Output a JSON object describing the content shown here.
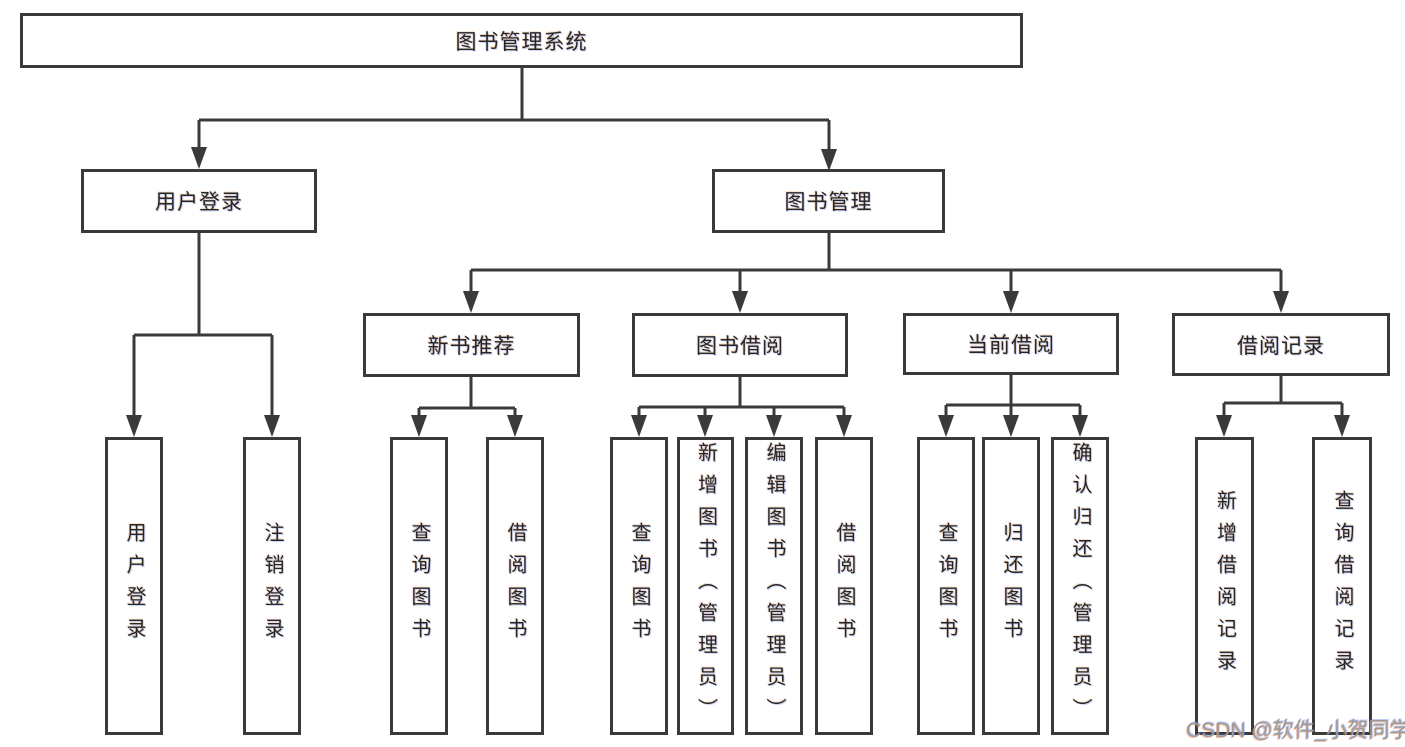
{
  "tree": {
    "label": "图书管理系统",
    "children": [
      {
        "label": "用户登录",
        "children": [
          {
            "label": "用户登录"
          },
          {
            "label": "注销登录"
          }
        ]
      },
      {
        "label": "图书管理",
        "children": [
          {
            "label": "新书推荐",
            "children": [
              {
                "label": "查询图书"
              },
              {
                "label": "借阅图书"
              }
            ]
          },
          {
            "label": "图书借阅",
            "children": [
              {
                "label": "查询图书"
              },
              {
                "label": "新增图书（管理员）"
              },
              {
                "label": "编辑图书（管理员）"
              },
              {
                "label": "借阅图书"
              }
            ]
          },
          {
            "label": "当前借阅",
            "children": [
              {
                "label": "查询图书"
              },
              {
                "label": "归还图书"
              },
              {
                "label": "确认归还（管理员）"
              }
            ]
          },
          {
            "label": "借阅记录",
            "children": [
              {
                "label": "新增借阅记录"
              },
              {
                "label": "查询借阅记录"
              }
            ]
          }
        ]
      }
    ]
  },
  "watermark": {
    "text": "CSDN @软件_小贺同学"
  },
  "colors": {
    "line": "#3a3a3a",
    "box_border": "#3a3a3a",
    "text": "#262626",
    "watermark": "#9b9b9b",
    "background": "#ffffff"
  }
}
